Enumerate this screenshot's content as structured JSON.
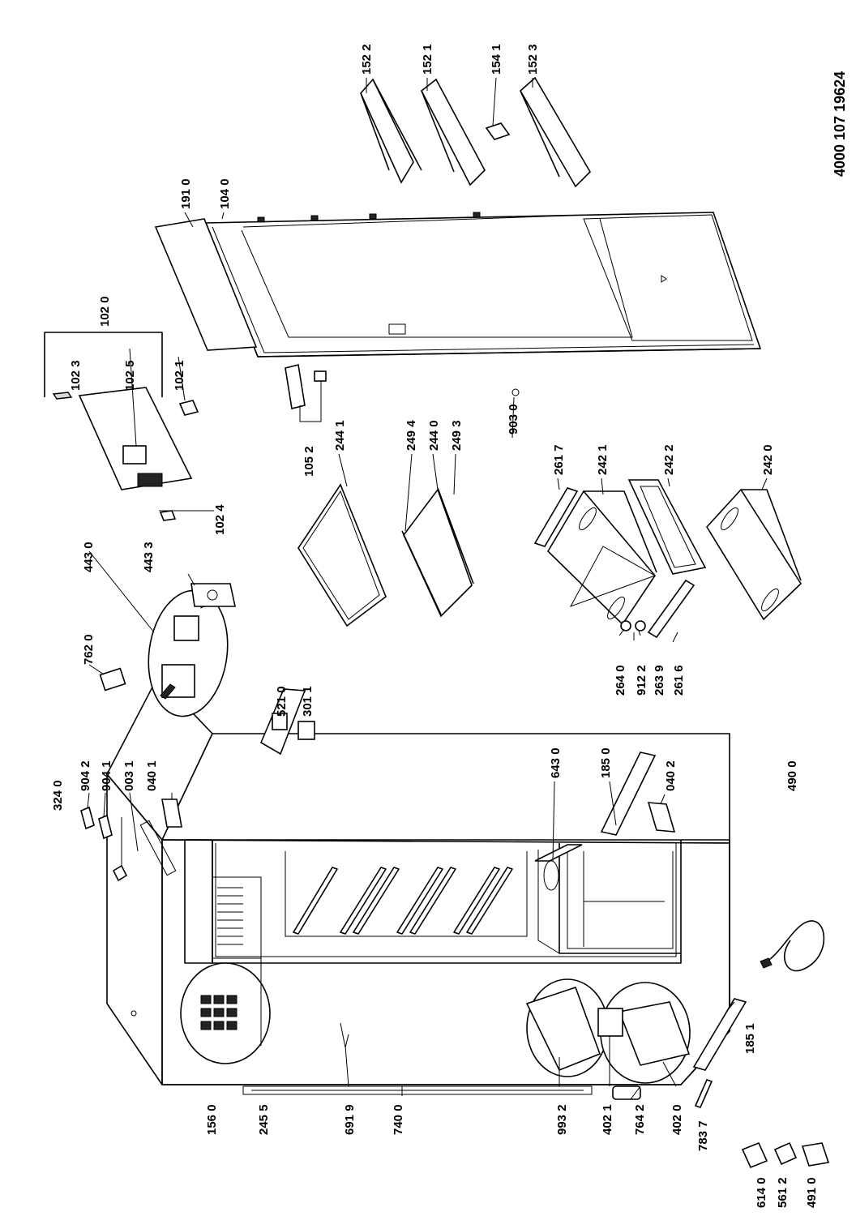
{
  "document_id": "4000 107 19624",
  "parts": [
    {
      "id": "p1522",
      "label": "152 2"
    },
    {
      "id": "p1521",
      "label": "152 1"
    },
    {
      "id": "p1541",
      "label": "154 1"
    },
    {
      "id": "p1523",
      "label": "152 3"
    },
    {
      "id": "p1910",
      "label": "191 0"
    },
    {
      "id": "p1040",
      "label": "104 0"
    },
    {
      "id": "p1020",
      "label": "102 0"
    },
    {
      "id": "p1023",
      "label": "102 3"
    },
    {
      "id": "p1025",
      "label": "102 5"
    },
    {
      "id": "p1021",
      "label": "102 1"
    },
    {
      "id": "p1024",
      "label": "102 4"
    },
    {
      "id": "p1052",
      "label": "105 2"
    },
    {
      "id": "p4430",
      "label": "443 0"
    },
    {
      "id": "p4433",
      "label": "443 3"
    },
    {
      "id": "p7620",
      "label": "762 0"
    },
    {
      "id": "p2441",
      "label": "244 1"
    },
    {
      "id": "p2494",
      "label": "249 4"
    },
    {
      "id": "p2440",
      "label": "244 0"
    },
    {
      "id": "p2493",
      "label": "249 3"
    },
    {
      "id": "p9030",
      "label": "903 0"
    },
    {
      "id": "p2617",
      "label": "261 7"
    },
    {
      "id": "p2421",
      "label": "242 1"
    },
    {
      "id": "p2422",
      "label": "242 2"
    },
    {
      "id": "p2420",
      "label": "242 0"
    },
    {
      "id": "p2640",
      "label": "264 0"
    },
    {
      "id": "p9122",
      "label": "912 2"
    },
    {
      "id": "p2639",
      "label": "263 9"
    },
    {
      "id": "p2616",
      "label": "261 6"
    },
    {
      "id": "p5210",
      "label": "521 0"
    },
    {
      "id": "p3011",
      "label": "301 1"
    },
    {
      "id": "p3240",
      "label": "324 0"
    },
    {
      "id": "p9042",
      "label": "904 2"
    },
    {
      "id": "p9041",
      "label": "904 1"
    },
    {
      "id": "p0031",
      "label": "003 1"
    },
    {
      "id": "p0401",
      "label": "040 1"
    },
    {
      "id": "p6430",
      "label": "643 0"
    },
    {
      "id": "p1850",
      "label": "185 0"
    },
    {
      "id": "p0402",
      "label": "040 2"
    },
    {
      "id": "p4900",
      "label": "490 0"
    },
    {
      "id": "p1851",
      "label": "185 1"
    },
    {
      "id": "p1560",
      "label": "156 0"
    },
    {
      "id": "p2455",
      "label": "245 5"
    },
    {
      "id": "p6919",
      "label": "691 9"
    },
    {
      "id": "p7400",
      "label": "740 0"
    },
    {
      "id": "p9932",
      "label": "993 2"
    },
    {
      "id": "p4021",
      "label": "402 1"
    },
    {
      "id": "p7642",
      "label": "764 2"
    },
    {
      "id": "p4020",
      "label": "402 0"
    },
    {
      "id": "p7837",
      "label": "783 7"
    },
    {
      "id": "p6140",
      "label": "614 0"
    },
    {
      "id": "p5612",
      "label": "561 2"
    },
    {
      "id": "p4910",
      "label": "491 0"
    }
  ]
}
